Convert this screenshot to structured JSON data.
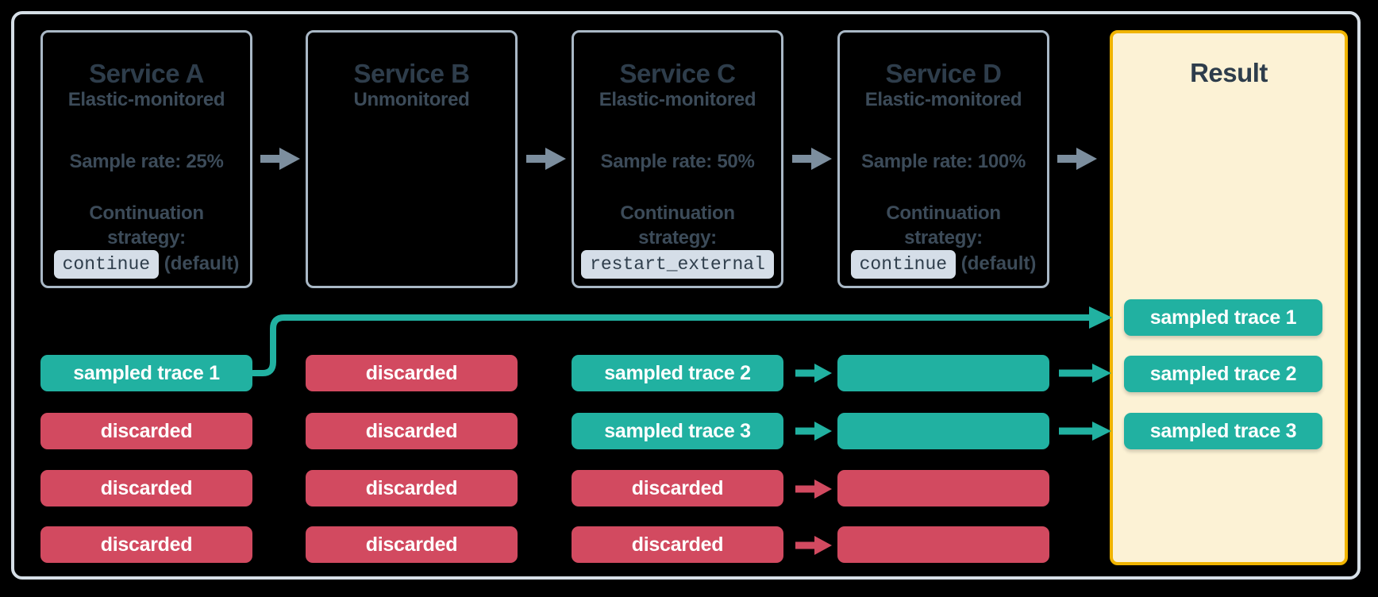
{
  "services": [
    {
      "name": "Service A",
      "monitoring": "Elastic-monitored",
      "sample_rate": "Sample rate: 25%",
      "continuation_label": "Continuation strategy:",
      "strategy_code": "continue",
      "strategy_suffix": "(default)"
    },
    {
      "name": "Service B",
      "monitoring": "Unmonitored"
    },
    {
      "name": "Service C",
      "monitoring": "Elastic-monitored",
      "sample_rate": "Sample rate: 50%",
      "continuation_label": "Continuation strategy:",
      "strategy_code": "restart_external"
    },
    {
      "name": "Service D",
      "monitoring": "Elastic-monitored",
      "sample_rate": "Sample rate: 100%",
      "continuation_label": "Continuation strategy:",
      "strategy_code": "continue",
      "strategy_suffix": "(default)"
    }
  ],
  "columns": [
    {
      "service": "Service A",
      "traces": [
        "sampled trace 1",
        "discarded",
        "discarded",
        "discarded"
      ],
      "statuses": [
        "sampled",
        "discarded",
        "discarded",
        "discarded"
      ]
    },
    {
      "service": "Service B",
      "traces": [
        "discarded",
        "discarded",
        "discarded",
        "discarded"
      ],
      "statuses": [
        "discarded",
        "discarded",
        "discarded",
        "discarded"
      ]
    },
    {
      "service": "Service C",
      "traces": [
        "sampled trace 2",
        "sampled trace 3",
        "discarded",
        "discarded"
      ],
      "statuses": [
        "sampled",
        "sampled",
        "discarded",
        "discarded"
      ]
    },
    {
      "service": "Service D",
      "traces": [
        "",
        "",
        "",
        ""
      ],
      "statuses": [
        "sampled",
        "sampled",
        "discarded",
        "discarded"
      ]
    }
  ],
  "result": {
    "title": "Result",
    "traces": [
      "sampled trace 1",
      "sampled trace 2",
      "sampled trace 3"
    ]
  },
  "colors": {
    "background": "#000000",
    "frame_border": "#D6DFE7",
    "service_box_border": "#A9B8C6",
    "title_text": "#2E3D4B",
    "body_text": "#3C4B59",
    "code_pill_bg": "#D5DEE8",
    "sampled_teal": "#21B1A1",
    "discarded_red": "#D24A60",
    "flow_arrow_gray": "#7C8E9E",
    "result_bg": "#FCF2D5",
    "result_border": "#F0B400",
    "pill_text": "#FFFFFF"
  }
}
